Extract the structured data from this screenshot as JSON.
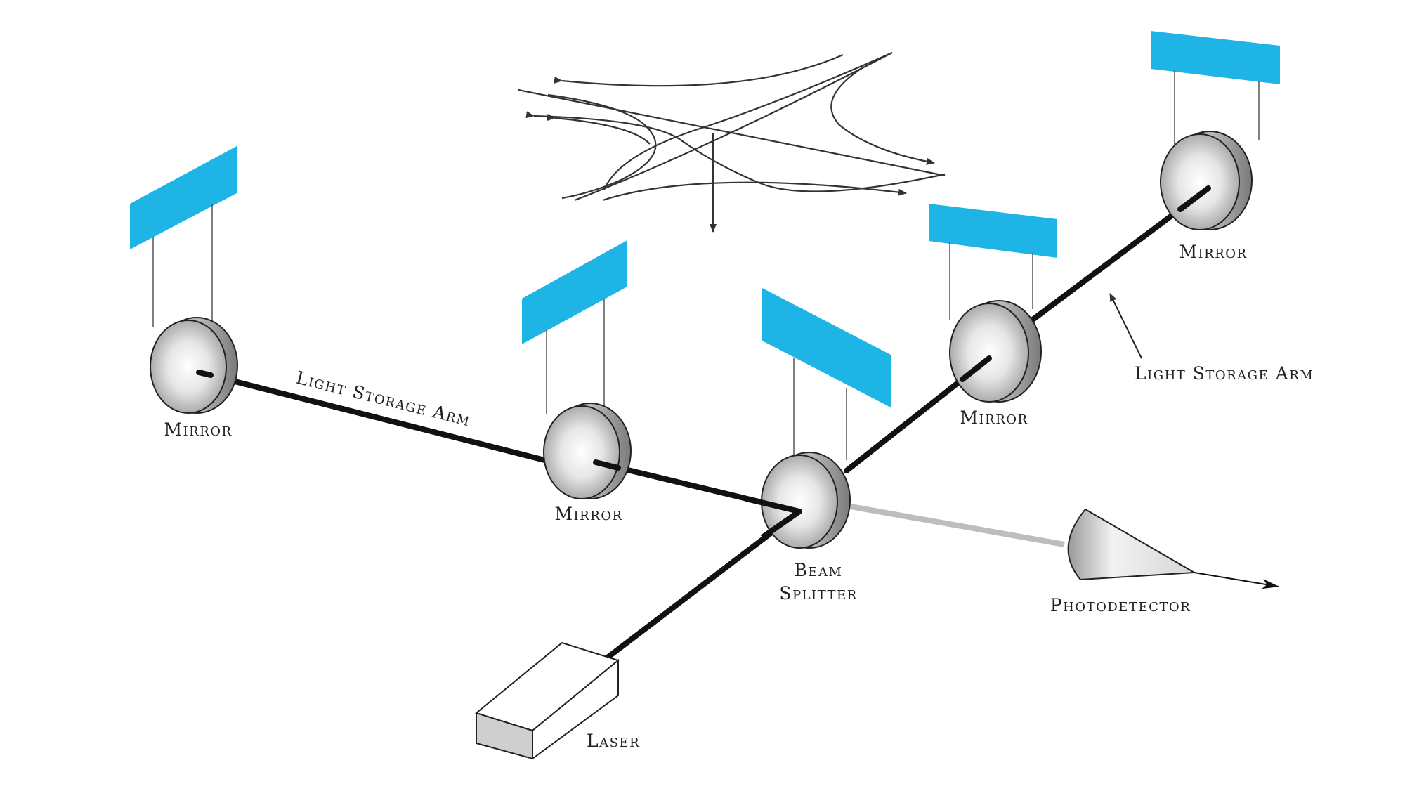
{
  "labels": {
    "mirror_far_left": "Mirror",
    "mirror_near_left": "Mirror",
    "mirror_near_right": "Mirror",
    "mirror_far_right": "Mirror",
    "beam_splitter_line1": "Beam",
    "beam_splitter_line2": "Splitter",
    "arm_left": "Light Storage Arm",
    "arm_right": "Light Storage Arm",
    "photodetector": "Photodetector",
    "laser": "Laser"
  },
  "colors": {
    "mount_plate": "#1fb4e6",
    "beam": "#111111",
    "output_beam": "#bdbdbd",
    "line": "#333333"
  }
}
